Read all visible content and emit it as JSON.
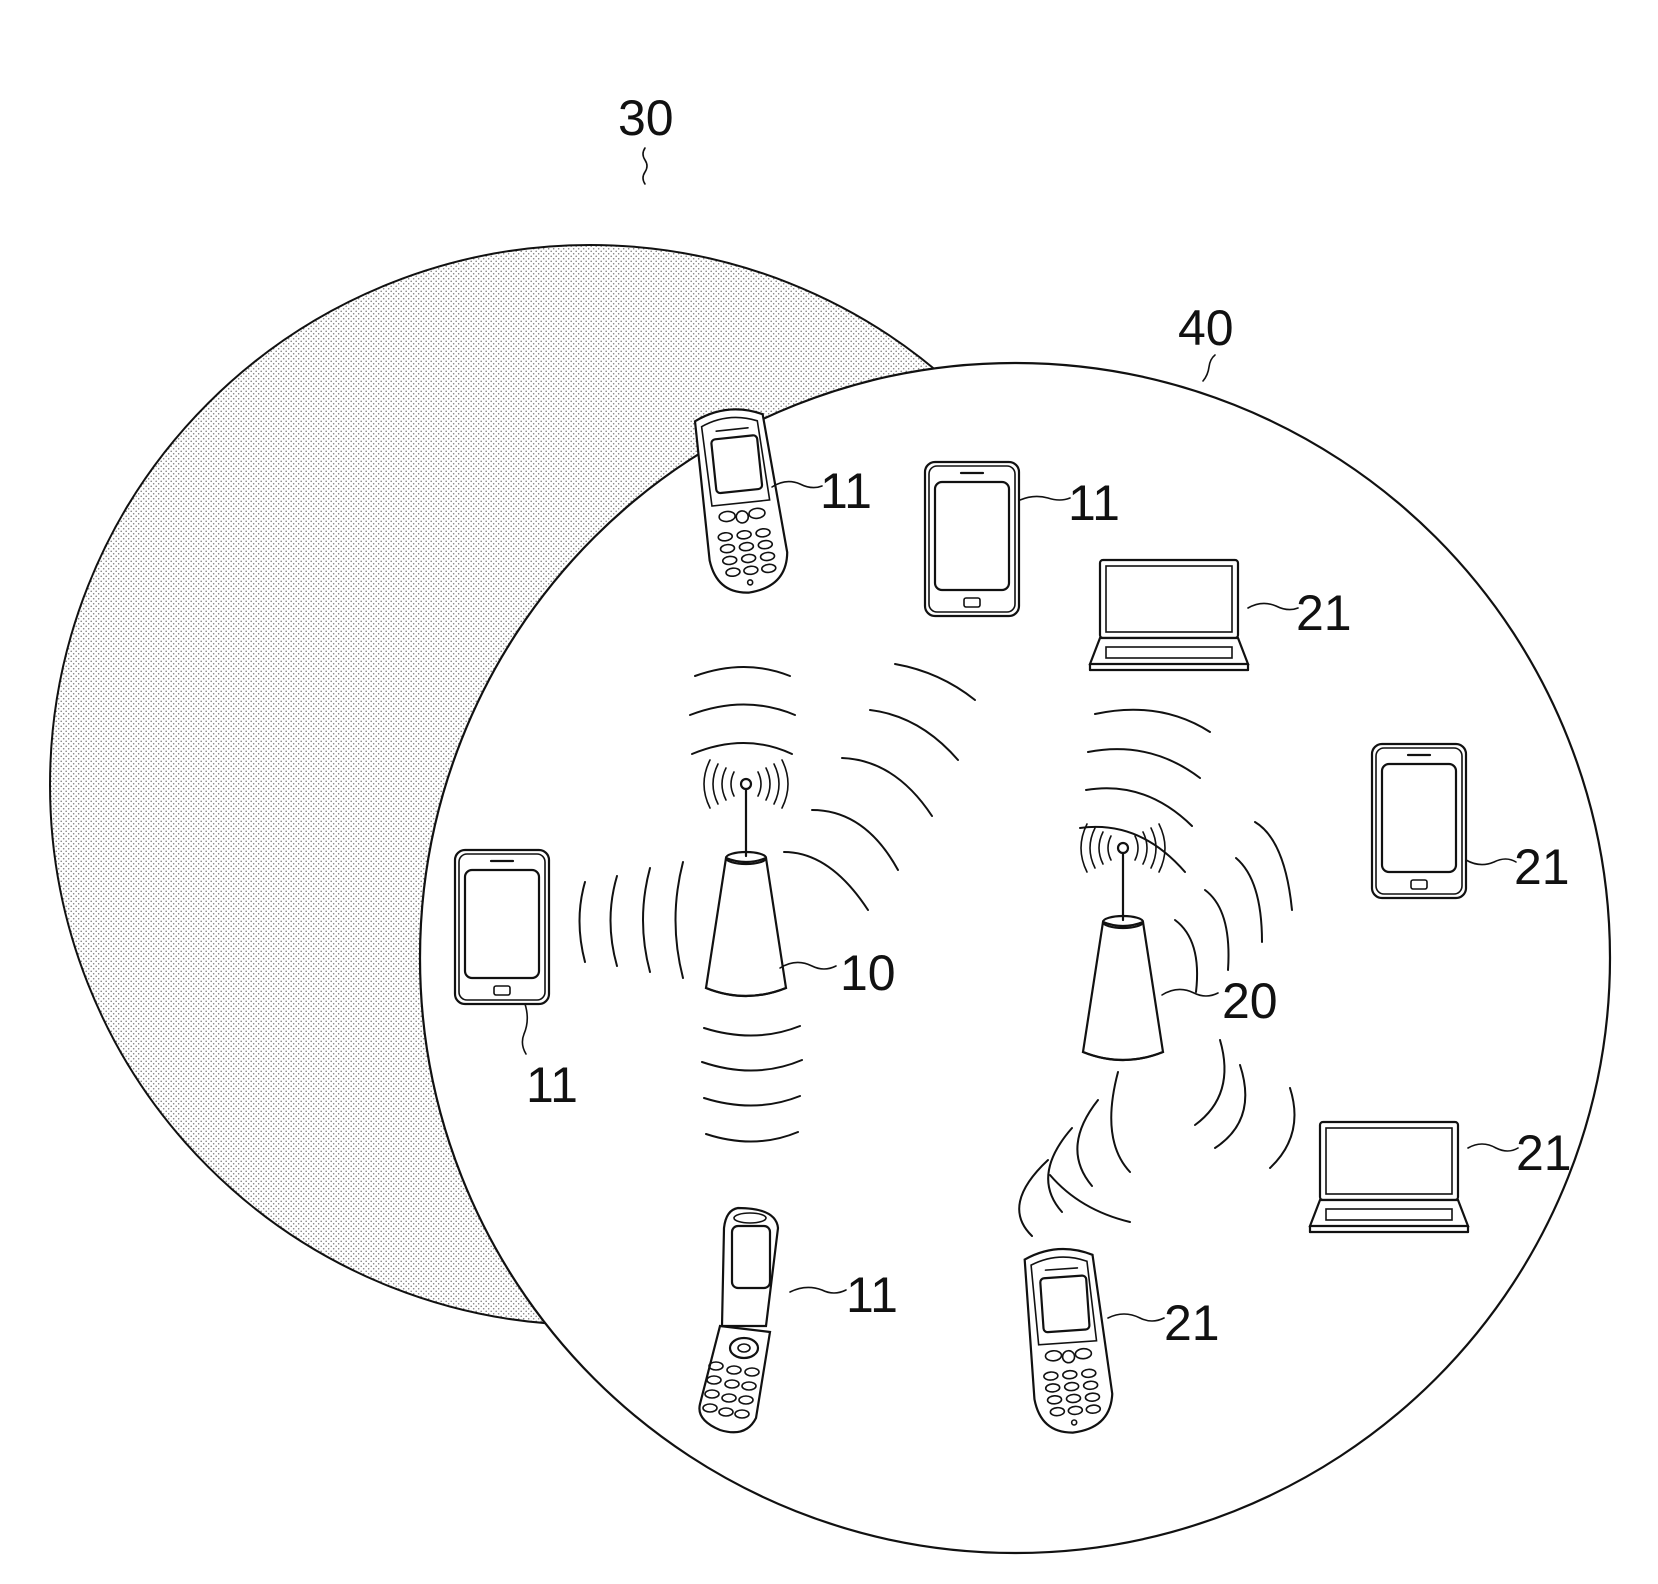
{
  "figure": {
    "colors": {
      "ink": "#111111",
      "background": "#ffffff",
      "coverage_hatch": "#9a9a9a"
    },
    "areas": [
      {
        "ref": "30",
        "description_icon": "hatched-coverage-area"
      },
      {
        "ref": "40",
        "description_icon": "plain-coverage-area"
      }
    ],
    "base_stations": [
      {
        "ref": "10",
        "icon": "antenna-tower-icon"
      },
      {
        "ref": "20",
        "icon": "antenna-tower-icon"
      }
    ],
    "terminals": [
      {
        "ref": "11",
        "icon": "candybar-phone-icon"
      },
      {
        "ref": "11",
        "icon": "smartphone-icon"
      },
      {
        "ref": "11",
        "icon": "smartphone-icon"
      },
      {
        "ref": "11",
        "icon": "flip-phone-icon"
      },
      {
        "ref": "21",
        "icon": "laptop-icon"
      },
      {
        "ref": "21",
        "icon": "smartphone-icon"
      },
      {
        "ref": "21",
        "icon": "laptop-icon"
      },
      {
        "ref": "21",
        "icon": "candybar-phone-icon"
      }
    ]
  }
}
